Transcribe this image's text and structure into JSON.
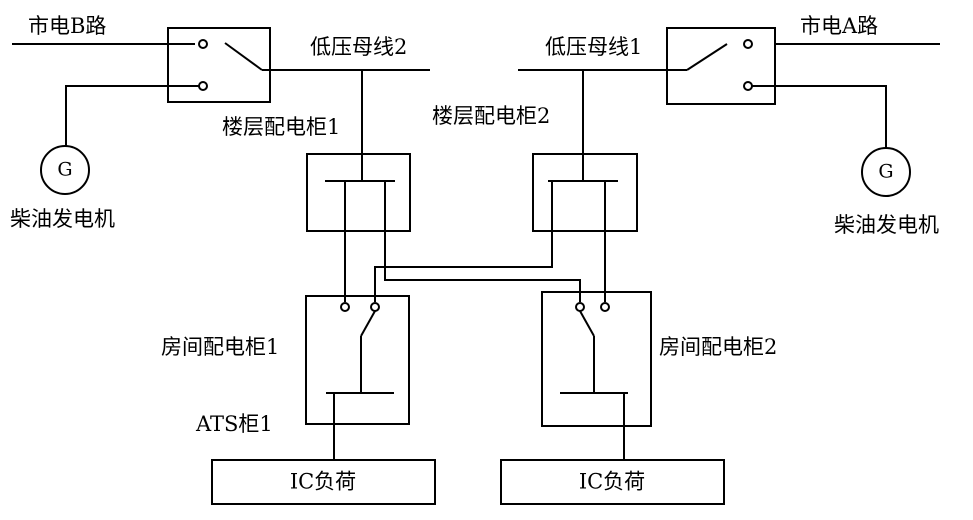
{
  "labels": {
    "grid_b": "市电B路",
    "grid_a": "市电A路",
    "bus_2": "低压母线2",
    "bus_1": "低压母线1",
    "floor_cab_1": "楼层配电柜1",
    "floor_cab_2": "楼层配电柜2",
    "gen_left": "柴油发电机",
    "gen_right": "柴油发电机",
    "gen_symbol_left": "G",
    "gen_symbol_right": "G",
    "room_cab_1": "房间配电柜1",
    "room_cab_2": "房间配电柜2",
    "ats_cab_1": "ATS柜1",
    "load_left": "IC负荷",
    "load_right": "IC负荷"
  }
}
